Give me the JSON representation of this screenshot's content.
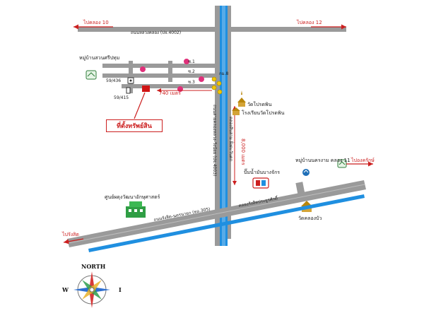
{
  "colors": {
    "road": "#9a9a9a",
    "canal": "#1f8fe0",
    "accent_red": "#cc1f1f",
    "marker": "#e0307a",
    "signal": "#f2c500"
  },
  "labels": {
    "to_khlong10": "ไปคลอง 10",
    "to_khlong12": "ไปคลอง 12",
    "top_road": "ถนนหลวงคลอง (ปจ.4002)",
    "village_top": "หมู่บ้านสวนศรีปทุม",
    "soi1": "ซ.1",
    "soi2": "ซ.2",
    "soi3": "ซ.3",
    "house_59_436": "59/436",
    "house_59_415": "59/415",
    "distance_740": "740 เมตร",
    "property_location": "ที่ตั้งทรัพย์สิน",
    "km_marker": "กม.8",
    "temple_prasertsin": "วัดโปรดพิน",
    "school_temple": "โรงเรียนวัดโปรดพิน",
    "distance_8000": "8,000 เมตร",
    "vertical_road": "ถนนสายคลองหลวง-วังน้อย (ปจ.4003)",
    "vertical_canal": "คลองสิบสาม ฝั่งตะวันตก",
    "village_right": "หมู่บ้านนครงาม คลอง 11",
    "gas_station": "ปั๊มน้ำมันบางจักร",
    "to_ongkharak": "ไปองครักษ์",
    "medical_center": "ศูนย์ผดุงวัฒนาอักษุศาสตร์",
    "main_road": "ถนนรังสิต-นครนายก (ทล.305)",
    "main_canal": "คลองรังสิตประยูรศักดิ์",
    "temple_right": "วัดคลองบัว",
    "to_rangsit": "ไปรังสิต",
    "north": "NORTH",
    "west": "W",
    "east": "I"
  },
  "icons": {
    "pin": "pink-circle-marker",
    "house": "house-icon",
    "temple": "temple-icon",
    "gas": "gas-station-icon",
    "hospital": "hospital-building-icon",
    "traffic": "traffic-light-icon",
    "compass": "compass-rose-icon",
    "village": "village-icon"
  }
}
